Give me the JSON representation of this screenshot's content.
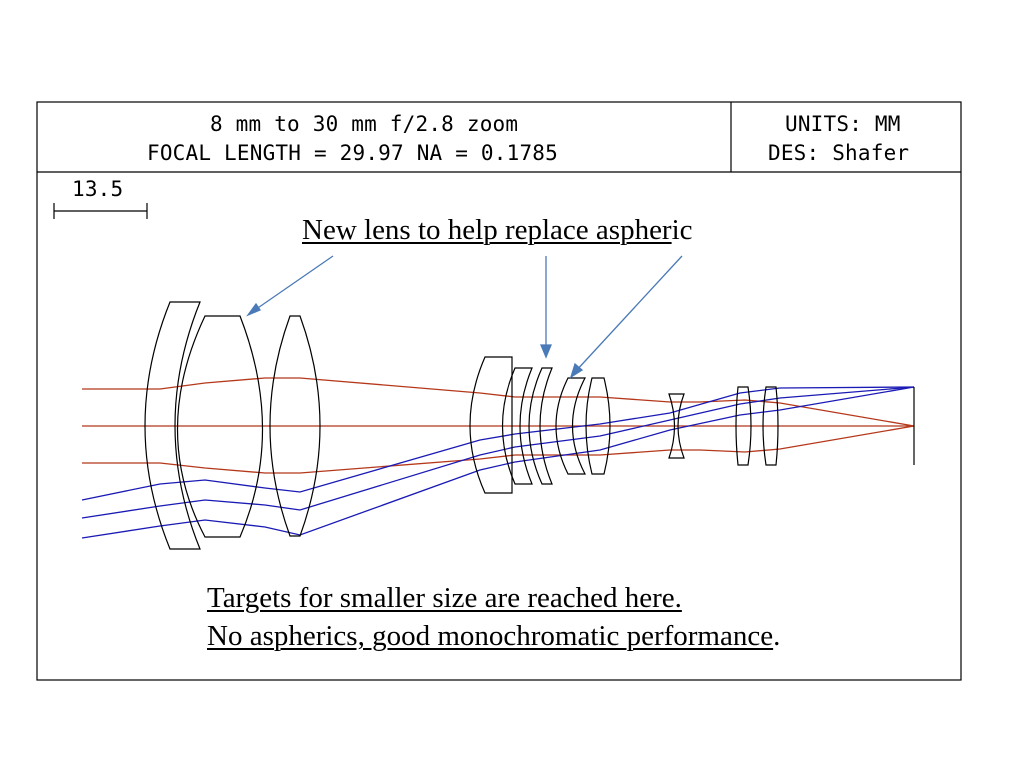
{
  "title_block": {
    "title_line1": "8 mm to 30 mm f/2.8 zoom",
    "title_line2": "FOCAL LENGTH = 29.97   NA = 0.1785",
    "units": "UNITS: MM",
    "designer": "DES: Shafer"
  },
  "scale_bar": {
    "label": "13.5"
  },
  "annotations": {
    "top_underlined": "New lens to help replace aspher",
    "top_tail": "ic",
    "bottom_line1": "Targets for smaller size are reached here.",
    "bottom_line2_underlined": "No aspherics, good monochromatic performance",
    "bottom_line2_tail": "."
  },
  "colors": {
    "frame": "#000000",
    "ray_axial": "#b5381a",
    "ray_field": "#1a1ab5",
    "arrow": "#4a7ab8"
  }
}
